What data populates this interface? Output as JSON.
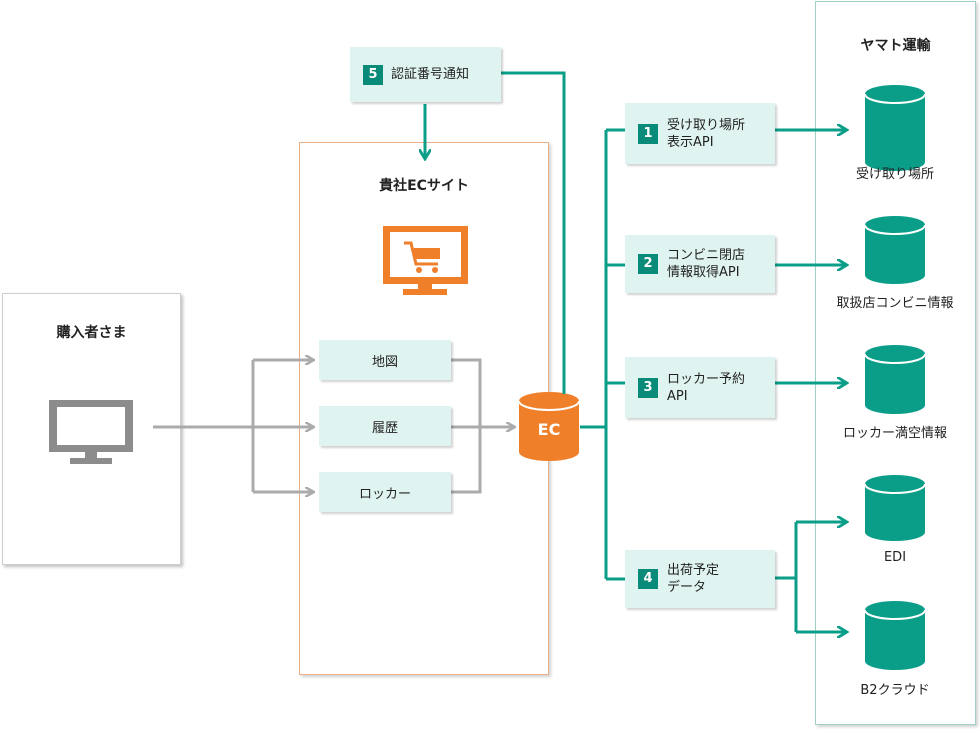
{
  "buyer": {
    "title": "購入者さま",
    "icon": "monitor-icon"
  },
  "ec_site": {
    "title": "貴社ECサイト",
    "icon": "shopping-cart-monitor-icon",
    "menu": [
      "地図",
      "履歴",
      "ロッカー"
    ],
    "db_label": "EC"
  },
  "notify": {
    "number": "5",
    "label": "認証番号通知"
  },
  "apis": [
    {
      "number": "1",
      "line1": "受け取り場所",
      "line2": "表示API"
    },
    {
      "number": "2",
      "line1": "コンビニ閉店",
      "line2": "情報取得API"
    },
    {
      "number": "3",
      "line1": "ロッカー予約",
      "line2": "API"
    },
    {
      "number": "4",
      "line1": "出荷予定",
      "line2": "データ"
    }
  ],
  "yamato": {
    "title": "ヤマト運輸",
    "databases": [
      "受け取り場所",
      "取扱店コンビニ情報",
      "ロッカー満空情報",
      "EDI",
      "B2クラウド"
    ]
  },
  "colors": {
    "teal": "#0a9e89",
    "teal_light": "#dff3f0",
    "orange": "#f07f2a",
    "gray": "#8c8c8c"
  }
}
